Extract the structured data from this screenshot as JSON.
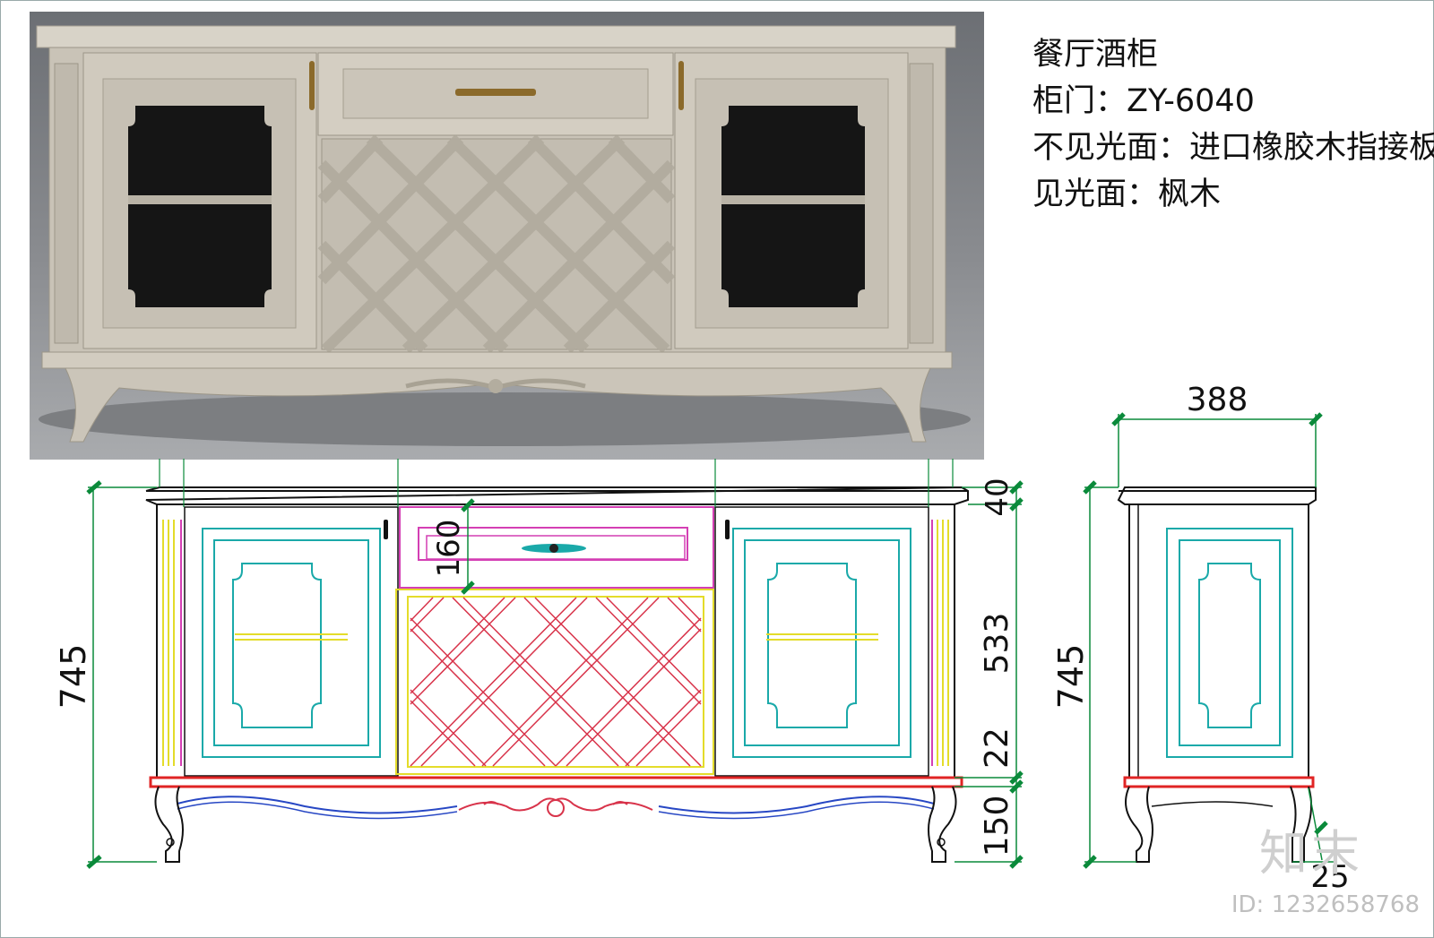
{
  "caption": {
    "title": "餐厅酒柜",
    "door": "柜门：ZY-6040",
    "hidden_face": "不见光面：进口橡胶木指接板",
    "visible_face": "见光面：枫木"
  },
  "dimensions": {
    "front_height": "745",
    "drawer_height": "160",
    "top_thickness": "40",
    "rack_height": "533",
    "base_band": "22",
    "leg_height": "150",
    "side_depth": "388",
    "side_height": "745",
    "leg_offset": "25"
  },
  "watermark": {
    "logo": "知末",
    "id_text": "ID: 1232658768"
  },
  "colors": {
    "cabinet_photo": "#c9c3b7",
    "dim_green": "#0a8a3a",
    "panel_cyan": "#1aa9a9",
    "lattice_red": "#d8334a",
    "frame_yellow": "#e4dc2a",
    "drawer_magenta": "#d43fb4",
    "base_red": "#e02424",
    "apron_blue": "#2747c4"
  }
}
